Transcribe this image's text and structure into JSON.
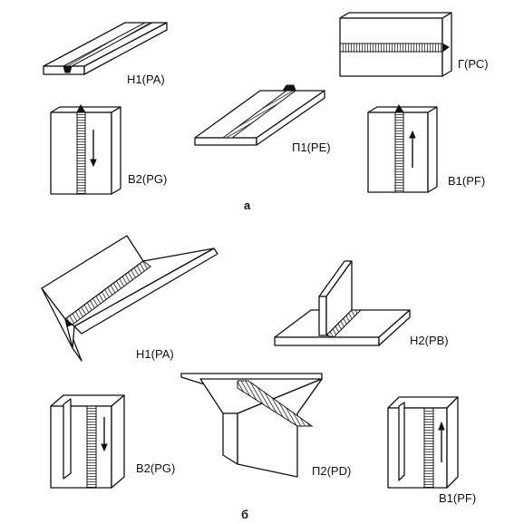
{
  "group_a": {
    "caption": "а",
    "labels": {
      "flat": "Н1(РА)",
      "horizontal": "Г(РС)",
      "overhead": "П1(РЕ)",
      "vertical_down": "В2(РG)",
      "vertical_up": "В1(РF)"
    }
  },
  "group_b": {
    "caption": "б",
    "labels": {
      "flat": "Н1(РА)",
      "horizontal": "Н2(РВ)",
      "overhead": "П2(РD)",
      "vertical_down": "В2(РG)",
      "vertical_up": "В1(РF)"
    }
  }
}
